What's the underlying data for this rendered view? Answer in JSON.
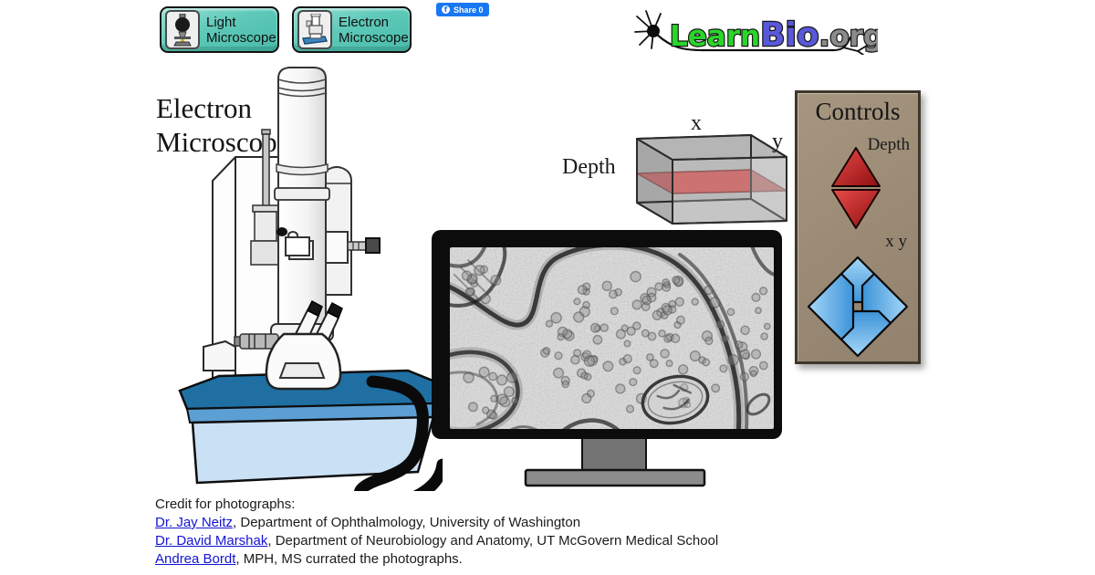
{
  "nav": {
    "light_button": {
      "line1": "Light",
      "line2": "Microscope"
    },
    "electron_button": {
      "line1": "Electron",
      "line2": "Microscope"
    },
    "share_button": {
      "label": "Share 0",
      "f": "f"
    }
  },
  "logo": {
    "learn": "Learn",
    "bio": "Bio",
    "org": ".org"
  },
  "heading": {
    "line1": "Electron",
    "line2": "Microscope"
  },
  "depth_diagram": {
    "x_label": "x",
    "y_label": "y",
    "depth_label": "Depth",
    "slice_color": "#d43c3c"
  },
  "controls": {
    "title": "Controls",
    "depth_label": "Depth",
    "xy_label": "x y"
  },
  "credits": {
    "title": "Credit for photographs:",
    "entries": [
      {
        "link": "Dr. Jay Neitz",
        "rest": ", Department of Ophthalmology, University of Washington"
      },
      {
        "link": "Dr. David Marshak",
        "rest": ", Department of Neurobiology and Anatomy, UT McGovern Medical School"
      },
      {
        "link": "Andrea Bordt",
        "rest": ", MPH, MS currated the photographs."
      }
    ]
  },
  "colors": {
    "button_teal": "#5ec9b9",
    "panel_tan": "#9b8b79",
    "depth_arrow_red": "#c22326",
    "xy_arrow_blue": "#58aae8",
    "link_blue": "#1414d4",
    "share_blue": "#1877f2",
    "logo_green": "#2ad52a",
    "logo_blue": "#5858d8",
    "logo_gray": "#8a8a8a",
    "table_top_blue": "#1f6fa3",
    "table_body_blue": "#c9e0f5"
  }
}
